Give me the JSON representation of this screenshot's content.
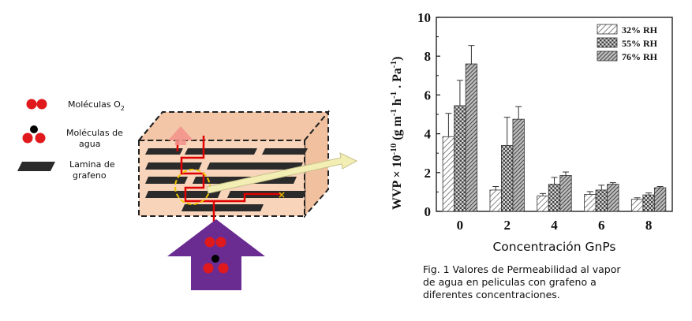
{
  "schematic": {
    "legend": {
      "oxygen": {
        "label": "Moléculas O",
        "subscript": "2"
      },
      "water": {
        "label_line1": "Moléculas de",
        "label_line2": "agua"
      },
      "graphene": {
        "label_line1": "Lamina de",
        "label_line2": "grafeno"
      }
    },
    "colors": {
      "box_fill": "#f6cfb2",
      "graphene": "#2b2b2b",
      "molecule_red": "#e0191c",
      "molecule_black": "#000000",
      "path_red": "#e00000",
      "arrow_purple": "#6a2c91",
      "arrow_pink": "#f2908a",
      "arrow_yellow": "#f3eeb4",
      "circle_yellow": "#f0c400"
    }
  },
  "chart_data": {
    "type": "bar",
    "title": "",
    "xlabel": "Concentración GnPs",
    "ylabel": {
      "main": "WVP × 10",
      "exp": "-10",
      "units_a": "(g m",
      "units_b": "h",
      "units_c": "Pa",
      "units_d": ")",
      "e1": "-1",
      "e2": "-1",
      "e3": "-1"
    },
    "categories": [
      "0",
      "2",
      "4",
      "6",
      "8"
    ],
    "ylim": [
      0,
      10
    ],
    "yticks": [
      "0",
      "2",
      "4",
      "6",
      "8",
      "10"
    ],
    "series": [
      {
        "name": "32% RH",
        "pattern": "diag",
        "values": [
          3.85,
          1.1,
          0.8,
          0.87,
          0.62
        ],
        "errors": [
          1.2,
          0.18,
          0.12,
          0.15,
          0.08
        ]
      },
      {
        "name": "55% RH",
        "pattern": "check",
        "values": [
          5.45,
          3.4,
          1.4,
          1.1,
          0.85
        ],
        "errors": [
          1.3,
          1.45,
          0.35,
          0.25,
          0.1
        ]
      },
      {
        "name": "76% RH",
        "pattern": "dense",
        "values": [
          7.6,
          4.75,
          1.85,
          1.4,
          1.22
        ],
        "errors": [
          0.95,
          0.65,
          0.18,
          0.08,
          0.06
        ]
      }
    ],
    "legend_position": "top-right",
    "grid": false
  },
  "caption": {
    "line1": "Fig. 1 Valores de Permeabilidad al vapor",
    "line2": "de agua en peliculas con grafeno a",
    "line3": "diferentes concentraciones."
  }
}
